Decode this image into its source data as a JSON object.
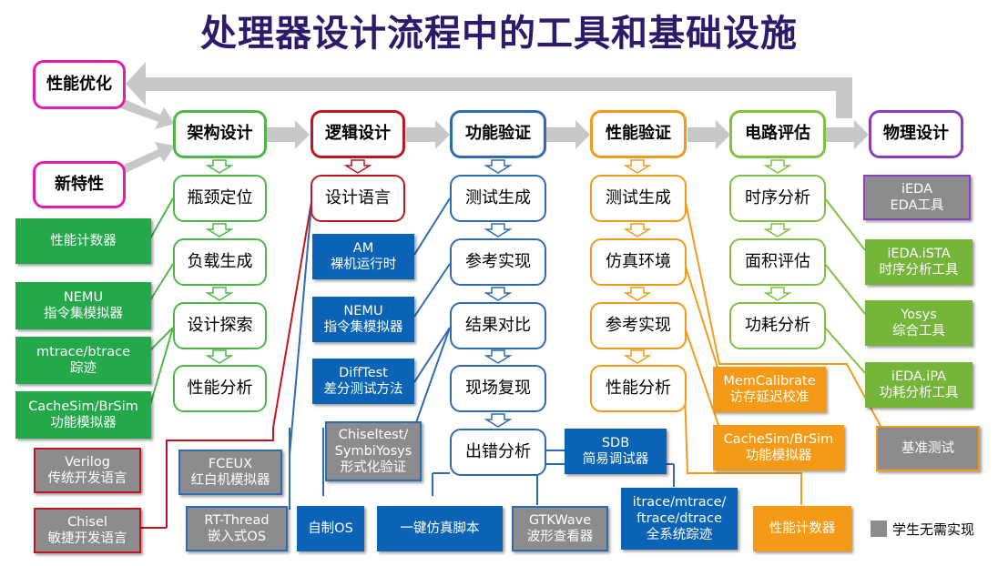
{
  "title": "处理器设计流程中的工具和基础设施",
  "stages": {
    "perf_opt": "性能优化",
    "new_feature": "新特性",
    "arch": "架构设计",
    "logic": "逻辑设计",
    "func": "功能验证",
    "perfv": "性能验证",
    "circuit": "电路评估",
    "phys": "物理设计"
  },
  "arch_steps": [
    "瓶颈定位",
    "负载生成",
    "设计探索",
    "性能分析"
  ],
  "logic_steps": [
    "设计语言"
  ],
  "func_steps": [
    "测试生成",
    "参考实现",
    "结果对比",
    "现场复现",
    "出错分析"
  ],
  "perfv_steps": [
    "测试生成",
    "仿真环境",
    "参考实现",
    "性能分析"
  ],
  "circuit_steps": [
    "时序分析",
    "面积评估",
    "功耗分析"
  ],
  "tools": {
    "perf_counter_l": [
      "性能计数器"
    ],
    "nemu_l": [
      "NEMU",
      "指令集模拟器"
    ],
    "mtrace_l": [
      "mtrace/btrace",
      "踪迹"
    ],
    "cachesim_l": [
      "CacheSim/BrSim",
      "功能模拟器"
    ],
    "verilog": [
      "Verilog",
      "传统开发语言"
    ],
    "chisel": [
      "Chisel",
      "敏捷开发语言"
    ],
    "fceux": [
      "FCEUX",
      "红白机模拟器"
    ],
    "rtthread": [
      "RT-Thread",
      "嵌入式OS"
    ],
    "ownos": [
      "自制OS"
    ],
    "am": [
      "AM",
      "裸机运行时"
    ],
    "nemu_m": [
      "NEMU",
      "指令集模拟器"
    ],
    "difftest": [
      "DiffTest",
      "差分测试方法"
    ],
    "chiseltest": [
      "Chiseltest/",
      "SymbiYosys",
      "形式化验证"
    ],
    "onekey": [
      "一键仿真脚本"
    ],
    "gtkwave": [
      "GTKWave",
      "波形查看器"
    ],
    "itrace": [
      "itrace/mtrace/",
      "ftrace/dtrace",
      "全系统踪迹"
    ],
    "sdb": [
      "SDB",
      "简易调试器"
    ],
    "memcal": [
      "MemCalibrate",
      "访存延迟校准"
    ],
    "cachesim_r": [
      "CacheSim/BrSim",
      "功能模拟器"
    ],
    "perf_counter_r": [
      "性能计数器"
    ],
    "benchmark": [
      "基准测试"
    ],
    "ieda": [
      "iEDA",
      "EDA工具"
    ],
    "ista": [
      "iEDA.iSTA",
      "时序分析工具"
    ],
    "yosys": [
      "Yosys",
      "综合工具"
    ],
    "ipa": [
      "iEDA.iPA",
      "功耗分析工具"
    ]
  },
  "legend": "学生无需实现",
  "colors": {
    "green": "#4db848",
    "red": "#c0171e",
    "blue": "#2f6bb3",
    "orange": "#f39a1c",
    "light_green": "#7fc242",
    "purple": "#8a3ec1",
    "pink": "#e01eb5",
    "gray": "#8c8c8c",
    "title": "#2e1a6a"
  }
}
